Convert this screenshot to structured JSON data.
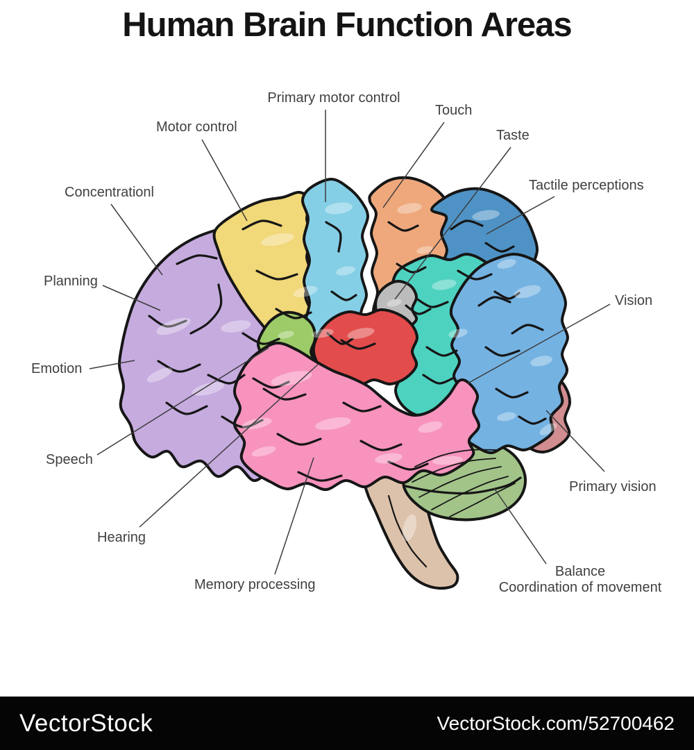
{
  "title": "Human Brain Function Areas",
  "labels": {
    "primary_motor": "Primary motor control",
    "motor": "Motor control",
    "touch": "Touch",
    "taste": "Taste",
    "tactile": "Tactile perceptions",
    "concentration": "Concentrationl",
    "planning": "Planning",
    "vision": "Vision",
    "emotion": "Emotion",
    "speech": "Speech",
    "primary_vision": "Primary vision",
    "hearing": "Hearing",
    "memory": "Memory processing",
    "balance_line1": "Balance",
    "balance_line2": "Coordination of movement"
  },
  "regions": {
    "frontal_lobe": "#c6abdf",
    "motor_control_area": "#f1d878",
    "primary_motor_area": "#85cfe6",
    "touch_area": "#efa87c",
    "tactile_perception_area": "#4f93c6",
    "association_area": "#4ed2c0",
    "taste_area": "#bcbcbc",
    "speech_area": "#9ccb67",
    "hearing_area": "#e24c4c",
    "temporal_lobe": "#f793bd",
    "vision_area": "#74b2e2",
    "primary_vision_area": "#d18d90",
    "cerebellum": "#a2c489",
    "brainstem": "#ddc2ab"
  },
  "colors": {
    "background": "#ffffff",
    "outline": "#161616",
    "leader_line": "#3c3c3c",
    "label_text": "#404040",
    "title_text": "#141414",
    "watermark_bar": "#050505",
    "watermark_text": "#ffffff"
  },
  "watermark": {
    "left": "VectorStock",
    "right": "VectorStock.com/52700462"
  }
}
